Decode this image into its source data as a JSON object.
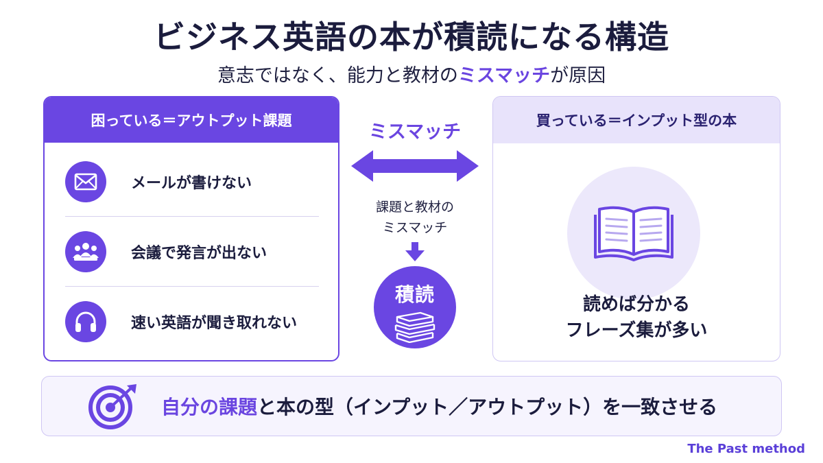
{
  "header": {
    "title": "ビジネス英語の本が積読になる構造",
    "subtitle_pre": "意志ではなく、能力と教材の",
    "subtitle_highlight": "ミスマッチ",
    "subtitle_post": "が原因"
  },
  "left_panel": {
    "title": "困っている＝アウトプット課題",
    "items": [
      {
        "label": "メールが書けない",
        "icon": "envelope-icon"
      },
      {
        "label": "会議で発言が出ない",
        "icon": "meeting-group-icon"
      },
      {
        "label": "速い英語が聞き取れない",
        "icon": "headphones-icon"
      }
    ]
  },
  "center": {
    "title": "ミスマッチ",
    "desc_line1": "課題と教材の",
    "desc_line2": "ミスマッチ",
    "result_label": "積読",
    "result_icon": "book-stack-icon"
  },
  "right_panel": {
    "title": "買っている＝インプット型の本",
    "icon": "open-book-icon",
    "text_line1": "読めば分かる",
    "text_line2": "フレーズ集が多い"
  },
  "bottom": {
    "icon": "target-icon",
    "text_hl": "自分の課題",
    "text_post": "と本の型（インプット／アウトプット）を一致させる"
  },
  "brand": "The Past method",
  "colors": {
    "accent": "#6a46e2",
    "light_accent": "#e8e3fb",
    "text": "#1b1c3d"
  }
}
